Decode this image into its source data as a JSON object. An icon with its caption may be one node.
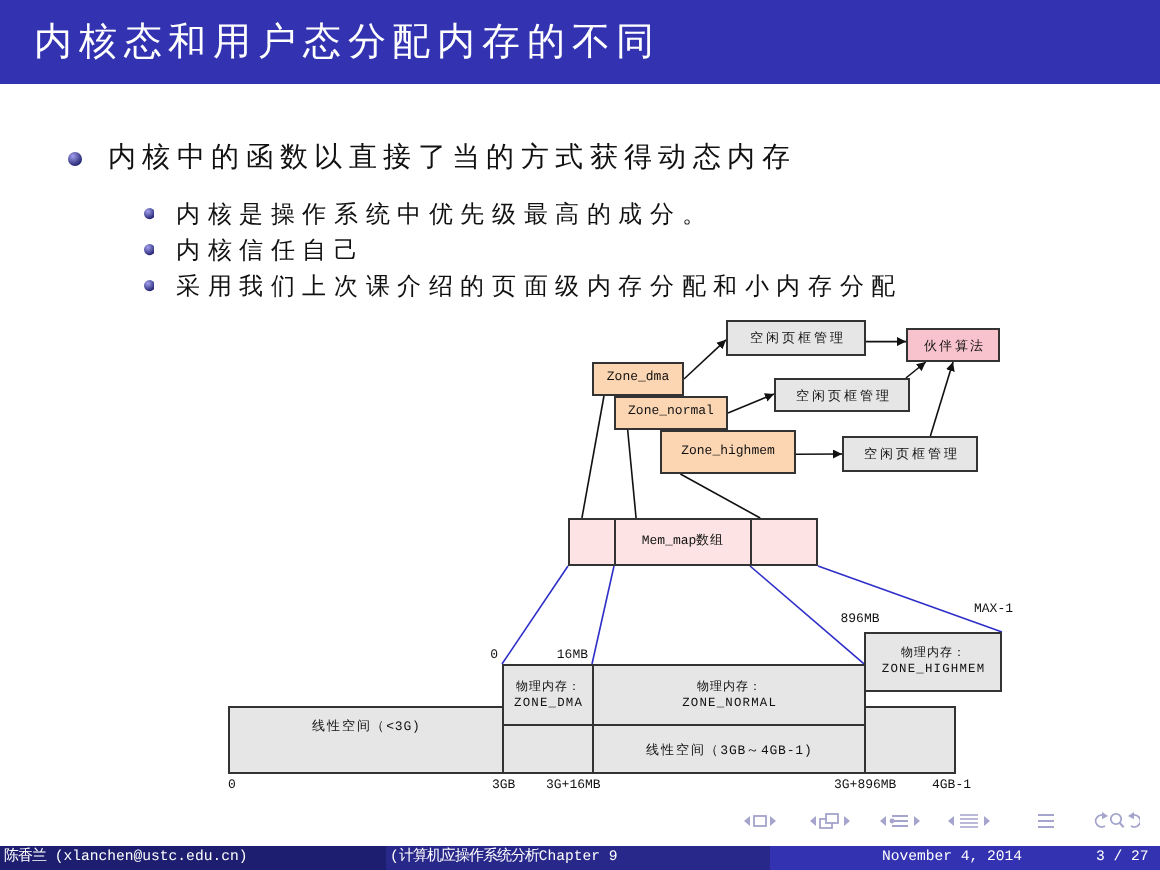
{
  "diagram": {
    "title": "内核态和用户态分配内存的不同",
    "nodes": [
      {
        "text": [
          "空闲页框管理"
        ]
      },
      {
        "text": [
          "伙伴算法"
        ]
      },
      {
        "text": [
          "Zone_dma"
        ]
      },
      {
        "text": [
          "空闲页框管理"
        ]
      },
      {
        "text": [
          "Zone_normal"
        ]
      },
      {
        "text": [
          "Zone_highmem"
        ]
      },
      {
        "text": [
          "空闲页框管理"
        ]
      },
      {
        "text": [],
        "shape": "box"
      },
      {
        "text": [
          "Mem_map数组"
        ]
      },
      {
        "text": [],
        "shape": "box"
      },
      {
        "text": [
          "物理内存：",
          "ZONE_HIGHMEM"
        ]
      },
      {
        "text": [
          "物理内存：",
          "ZONE_DMA"
        ]
      },
      {
        "text": [
          "物理内存：",
          "ZONE_NORMAL"
        ]
      },
      {
        "text": [
          "线性空间（<3G)"
        ]
      },
      {
        "text": [],
        "shape": "box"
      },
      {
        "text": [
          "线性空间（3GB～4GB-1)"
        ]
      },
      {
        "text": [],
        "shape": "box"
      }
    ],
    "edges": [
      {
        "from": 2,
        "to": 0,
        "arrow": "to"
      },
      {
        "from": 0,
        "to": 1,
        "arrow": "to"
      },
      {
        "from": 4,
        "to": 3,
        "arrow": "to"
      },
      {
        "from": 3,
        "to": 1,
        "arrow": "to"
      },
      {
        "from": 5,
        "to": 6,
        "arrow": "to"
      },
      {
        "from": 6,
        "to": 1,
        "arrow": "to"
      },
      {
        "from": 2,
        "to": 7,
        "arrow": "none"
      },
      {
        "from": 4,
        "to": 8,
        "arrow": "none"
      },
      {
        "from": 5,
        "to": 9,
        "arrow": "none"
      },
      {
        "from": 7,
        "to": 11,
        "arrow": "none",
        "color": "#2e2ec8"
      },
      {
        "from": 8,
        "to": 12,
        "arrow": "none",
        "color": "#2e2ec8"
      },
      {
        "from": 9,
        "to": 10,
        "arrow": "none",
        "color": "#2e2ec8"
      },
      {
        "from": 9,
        "to": 10,
        "arrow": "none",
        "color": "#2e2ec8"
      }
    ],
    "labels": [
      "内核中的函数以直接了当的方式获得动态内存",
      "内核是操作系统中优先级最高的成分。",
      "内核信任自己",
      "采用我们上次课介绍的页面级内存分配和小内存分配",
      "896MB",
      "MAX-1",
      "0",
      "16MB",
      "0",
      "3GB",
      "3G+16MB",
      "3G+896MB",
      "4GB-1",
      "陈香兰 (xlanchen@ustc.edu.cn)",
      "(计算机应操作系统分析Chapter 9",
      "November 4, 2014",
      "3 / 27"
    ]
  }
}
